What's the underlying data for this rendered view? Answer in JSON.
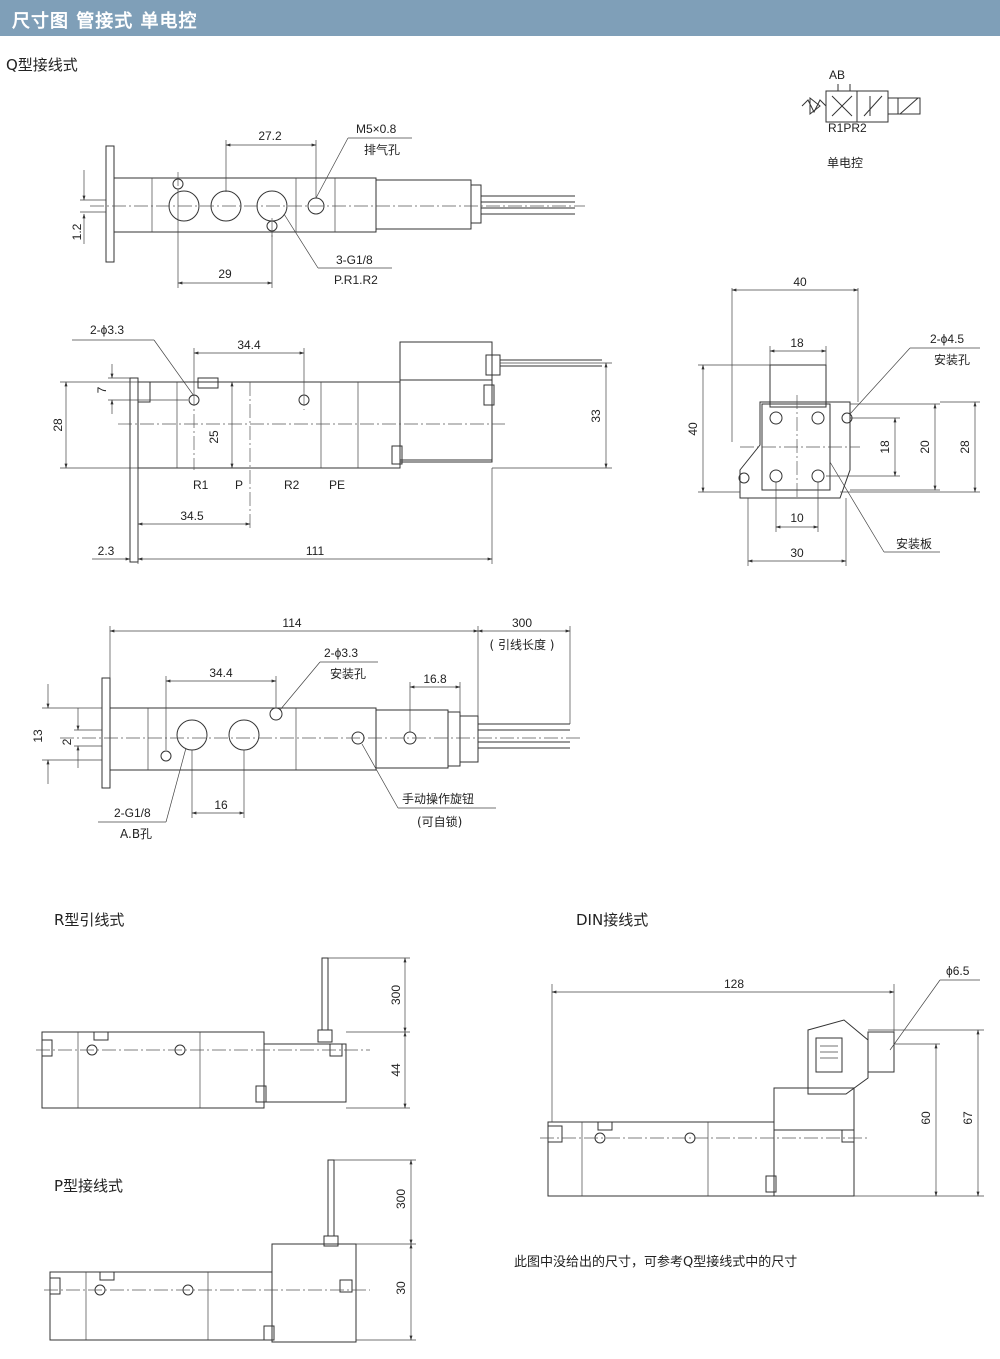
{
  "header": {
    "title": "尺寸图 管接式 单电控"
  },
  "sections": {
    "q_type": "Q型接线式",
    "r_type": "R型引线式",
    "p_type": "P型接线式",
    "din_type": "DIN接线式"
  },
  "symbol": {
    "ports_top": "AB",
    "ports_bottom": "R1PR2",
    "caption": "单电控"
  },
  "top_view": {
    "dim_27_2": "27.2",
    "thread_exhaust": "M5×0.8",
    "exhaust_label": "排气孔",
    "dim_1_2": "1.2",
    "dim_29": "29",
    "ports_thread": "3-G1/8",
    "ports_names": "P.R1.R2"
  },
  "front_view": {
    "holes": "2-ϕ3.3",
    "dim_34_4": "34.4",
    "dim_7": "7",
    "dim_28": "28",
    "dim_25": "25",
    "dim_33": "33",
    "port_r1": "R1",
    "port_p": "P",
    "port_r2": "R2",
    "port_pe": "PE",
    "dim_34_5": "34.5",
    "dim_2_3": "2.3",
    "dim_111": "111"
  },
  "bracket_view": {
    "dim_40_top": "40",
    "dim_18_top": "18",
    "holes": "2-ϕ4.5",
    "holes_label": "安装孔",
    "dim_40_left": "40",
    "dim_18_right": "18",
    "dim_20": "20",
    "dim_28": "28",
    "dim_10": "10",
    "dim_30": "30",
    "plate_label": "安装板"
  },
  "bottom_view": {
    "dim_114": "114",
    "dim_300": "300",
    "lead_label": "( 引线长度 )",
    "holes": "2-ϕ3.3",
    "holes_label": "安装孔",
    "dim_34_4": "34.4",
    "dim_16_8": "16.8",
    "dim_13": "13",
    "dim_2": "2",
    "ports_thread": "2-G1/8",
    "ports_names": "A.B孔",
    "dim_16": "16",
    "manual_label": "手动操作旋钮",
    "manual_sub": "(可自锁)"
  },
  "r_view": {
    "dim_300": "300",
    "dim_44": "44"
  },
  "p_view": {
    "dim_300": "300",
    "dim_30": "30"
  },
  "din_view": {
    "dim_128": "128",
    "dim_phi": "ϕ6.5",
    "dim_60": "60",
    "dim_67": "67"
  },
  "note": "此图中没给出的尺寸，可参考Q型接线式中的尺寸"
}
